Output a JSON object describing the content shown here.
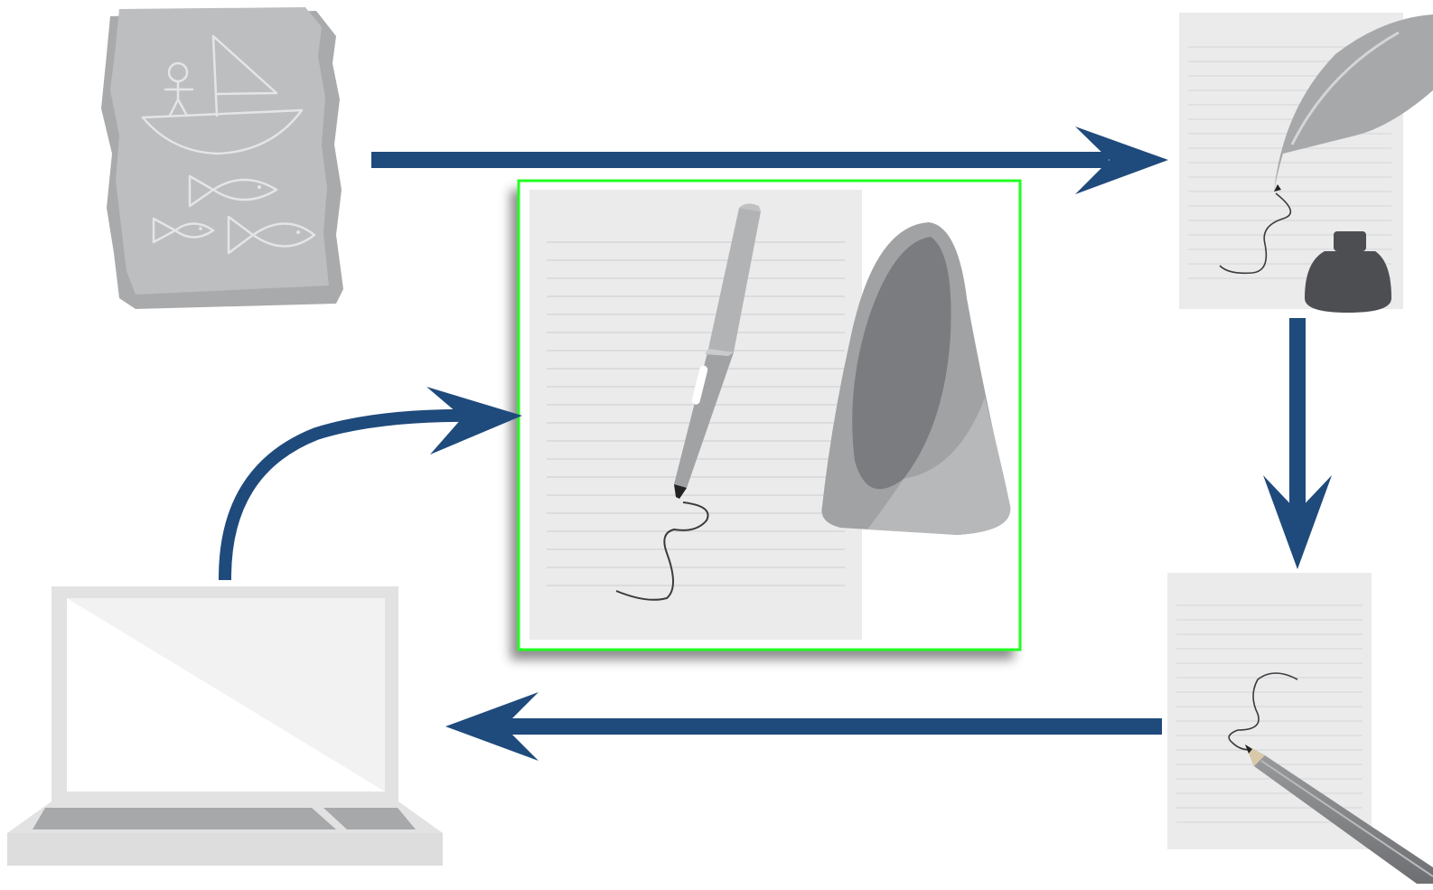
{
  "diagram": {
    "stages": [
      {
        "id": "stone-tablet",
        "icon": "stone-tablet-icon"
      },
      {
        "id": "quill-and-ink",
        "icon": "quill-pen-icon"
      },
      {
        "id": "pencil-and-paper",
        "icon": "pencil-icon"
      },
      {
        "id": "laptop",
        "icon": "laptop-icon"
      },
      {
        "id": "digital-pen-and-receiver",
        "icon": "digital-pen-icon",
        "highlighted": true
      }
    ],
    "flow": [
      [
        "stone-tablet",
        "quill-and-ink"
      ],
      [
        "quill-and-ink",
        "pencil-and-paper"
      ],
      [
        "pencil-and-paper",
        "laptop"
      ],
      [
        "laptop",
        "digital-pen-and-receiver"
      ]
    ]
  },
  "colors": {
    "arrow": "#1F4A7C",
    "highlight_border": "#22FF22",
    "paper": "#EBEBEC",
    "paper_line": "#D2D3D5",
    "gray_dark": "#5A5B5E",
    "gray_mid": "#A7A8AA",
    "gray_light": "#C6C7C8"
  }
}
